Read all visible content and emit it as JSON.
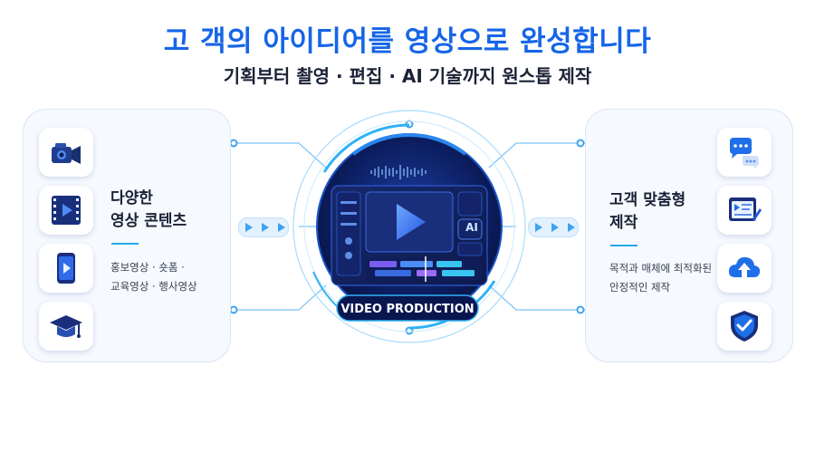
{
  "header": {
    "title": "고 객의 아이디어를 영상으로 완성합니다",
    "subtitle": "기획부터 촬영 · 편집 · AI 기술까지 원스톱 제작"
  },
  "left_panel": {
    "title_line1": "다양한",
    "title_line2": "영상 콘텐츠",
    "desc_line1": "홍보영상 · 숏폼 ·",
    "desc_line2": "교육영상 · 행사영상",
    "icons": [
      "video-camera-icon",
      "film-play-icon",
      "smartphone-play-icon",
      "graduation-cap-icon"
    ]
  },
  "right_panel": {
    "title_line1": "고객 맞춤형",
    "title_line2": "제작",
    "desc_line1": "목적과 매체에 최적화된",
    "desc_line2": "안정적인 제작",
    "icons": [
      "chat-bubbles-icon",
      "presentation-edit-icon",
      "cloud-upload-icon",
      "shield-check-icon"
    ]
  },
  "hub": {
    "label": "VIDEO PRODUCTION",
    "ai_badge": "AI"
  },
  "colors": {
    "accent": "#1565e8",
    "text_dark": "#1b2236",
    "hub_dark": "#0b1a52",
    "glow": "#25a8f2"
  }
}
